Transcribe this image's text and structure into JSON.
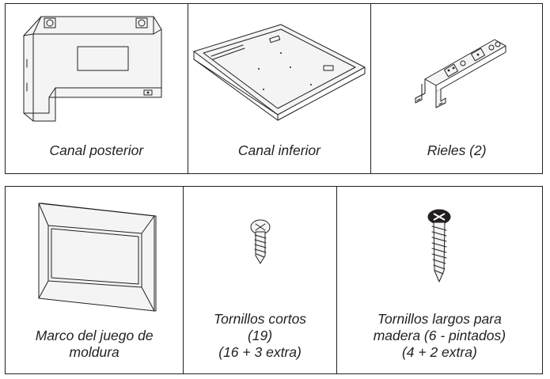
{
  "parts_top": [
    {
      "id": "back-channel",
      "lines": [
        "Canal posterior"
      ],
      "icon": "back-channel-icon"
    },
    {
      "id": "bottom-channel",
      "lines": [
        "Canal inferior"
      ],
      "icon": "bottom-channel-icon"
    },
    {
      "id": "rails",
      "lines": [
        "Rieles (2)"
      ],
      "icon": "rail-icon"
    }
  ],
  "parts_bottom": [
    {
      "id": "trim-frame",
      "lines": [
        "Marco del juego de",
        "moldura"
      ],
      "icon": "trim-frame-icon"
    },
    {
      "id": "short-screws",
      "lines": [
        "Tornillos cortos",
        "(19)",
        "(16 + 3 extra)"
      ],
      "icon": "short-screw-icon"
    },
    {
      "id": "long-screws",
      "lines": [
        "Tornillos largos para",
        "madera (6 - pintados)",
        "(4 + 2 extra)"
      ],
      "icon": "long-wood-screw-icon"
    }
  ]
}
